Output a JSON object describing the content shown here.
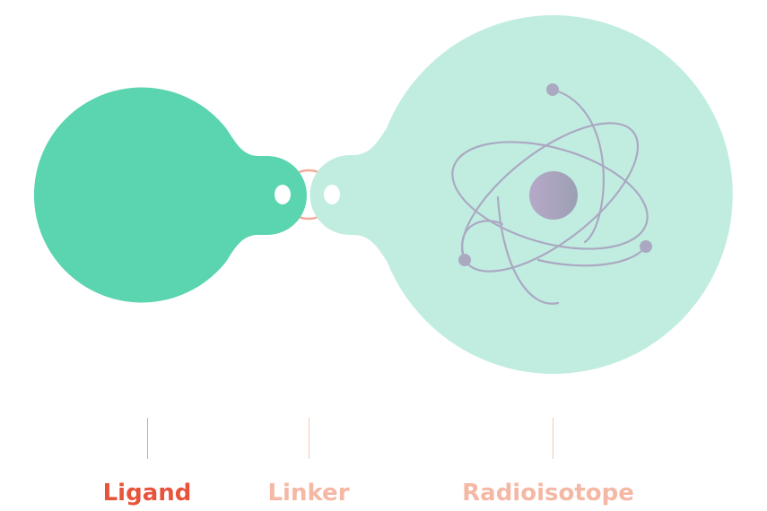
{
  "labels": {
    "ligand": "Ligand",
    "linker": "Linker",
    "radioisotope": "Radioisotope"
  },
  "colors": {
    "ligand_text": "#e8533b",
    "linker_text": "#f4b8a5",
    "radioisotope_text": "#f4b8a5",
    "ligand_tick": "#f0a08e",
    "linker_tick": "#f6c9bb",
    "radioisotope_tick": "#f6c9bb",
    "ligand_shape": "#5bd4b0",
    "radioisotope_shape": "#c1ede1",
    "linker_ring": "#f4ab98",
    "atom_lines": "#aba9c2",
    "nucleus_left": "#b6a9c9",
    "nucleus_right": "#9c9fb4"
  },
  "icons": {
    "ligand": "ligand-blob-icon",
    "linker": "linker-ring-icon",
    "radioisotope": "atom-icon"
  }
}
